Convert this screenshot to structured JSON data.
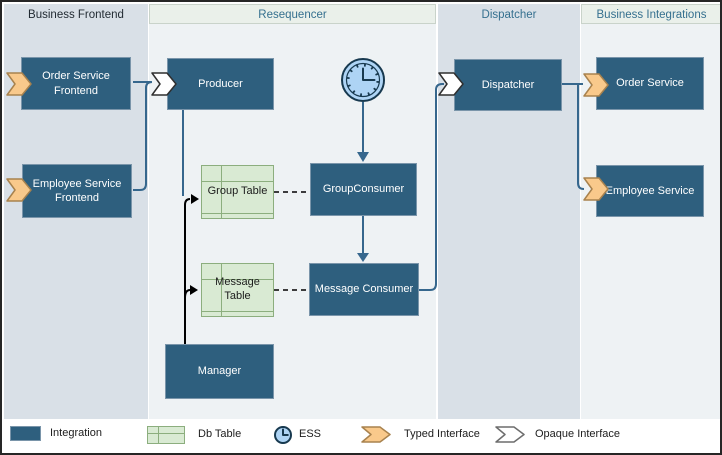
{
  "colors": {
    "integration_fill": "#2e5f7e",
    "integration_border": "#7a95aa",
    "db_table_fill": "#d9ead3",
    "db_table_border": "#8cae7e",
    "typed_fill": "#f9c98b",
    "typed_border": "#a8824e",
    "opaque_fill": "#ffffff",
    "opaque_border": "#2f2f2f",
    "connector_blue": "#36678d",
    "connector_black": "#000000",
    "lane_dark": "#d9e0e7",
    "lane_light": "#eef2f4",
    "lane_header_light": "#eaf0ea",
    "clock_fill": "#aed4f5",
    "clock_stroke": "#17394f",
    "title_blue": "#35708f",
    "title_dark": "#222b33"
  },
  "lanes": {
    "business_frontend": "Business Frontend",
    "resequencer": "Resequencer",
    "dispatcher": "Dispatcher",
    "business_integrations": "Business Integrations"
  },
  "nodes": {
    "order_service_frontend": "Order Service Frontend",
    "employee_service_frontend": "Employee Service Frontend",
    "producer": "Producer",
    "group_table": "Group Table",
    "message_table": "Message Table",
    "group_consumer": "GroupConsumer",
    "message_consumer": "Message Consumer",
    "manager": "Manager",
    "dispatcher": "Dispatcher",
    "order_service": "Order Service",
    "employee_service": "Employee Service"
  },
  "legend": {
    "integration": "Integration",
    "db_table": "Db Table",
    "ess": "ESS",
    "typed_interface": "Typed Interface",
    "opaque_interface": "Opaque Interface"
  },
  "edges": [
    {
      "from": "order_service_frontend",
      "to": "producer",
      "style": "solid-blue",
      "via": "opaque-interface"
    },
    {
      "from": "employee_service_frontend",
      "to": "producer",
      "style": "solid-blue",
      "via": "opaque-interface"
    },
    {
      "from": "producer",
      "to": "group_table",
      "style": "solid-blue"
    },
    {
      "from": "ess_clock",
      "to": "group_consumer",
      "style": "solid-blue-arrow"
    },
    {
      "from": "group_consumer",
      "to": "message_consumer",
      "style": "solid-blue-arrow"
    },
    {
      "from": "group_table",
      "to": "group_consumer",
      "style": "dashed-black"
    },
    {
      "from": "message_table",
      "to": "message_consumer",
      "style": "dashed-black"
    },
    {
      "from": "manager",
      "to": "group_table",
      "style": "solid-black-arrow"
    },
    {
      "from": "manager",
      "to": "message_table",
      "style": "solid-black-arrow"
    },
    {
      "from": "message_consumer",
      "to": "dispatcher",
      "style": "solid-blue",
      "via": "opaque-interface"
    },
    {
      "from": "dispatcher",
      "to": "order_service",
      "style": "solid-blue",
      "via": "typed-interface"
    },
    {
      "from": "dispatcher",
      "to": "employee_service",
      "style": "solid-blue",
      "via": "typed-interface"
    }
  ]
}
